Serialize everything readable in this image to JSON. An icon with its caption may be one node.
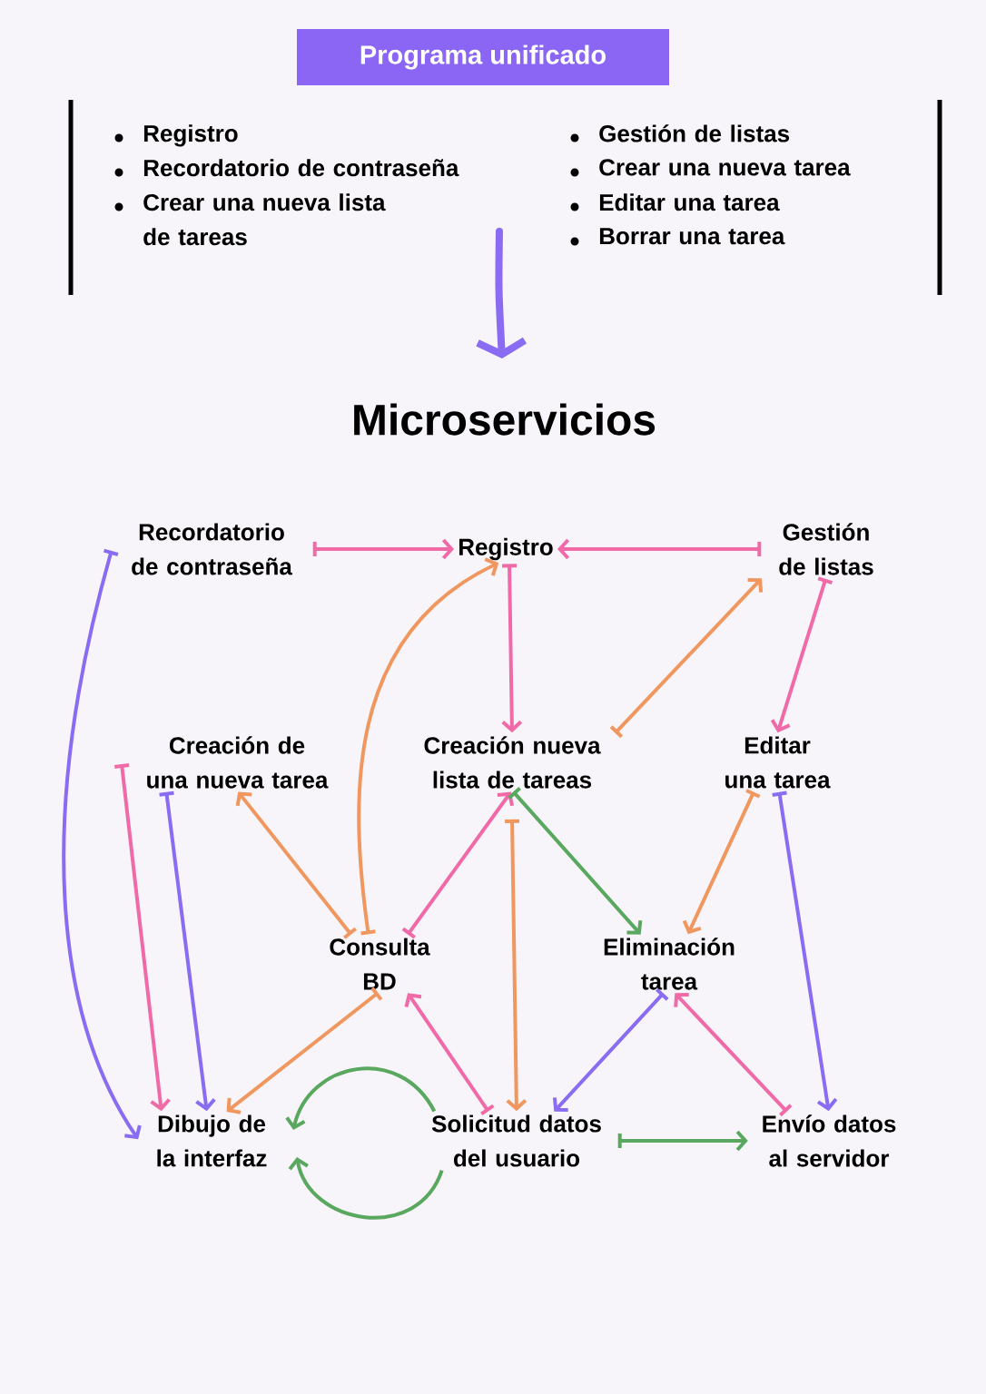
{
  "diagram": {
    "title": "Microservicios",
    "nodes": [
      {
        "text": [
          "Programa unificado"
        ]
      },
      {
        "text": [
          "Recordatorio de contraseña"
        ]
      },
      {
        "text": [
          "Registro"
        ]
      },
      {
        "text": [
          "Gestión de listas"
        ]
      },
      {
        "text": [
          "Creación de una nueva tarea"
        ]
      },
      {
        "text": [
          "Creación nueva lista de tareas"
        ]
      },
      {
        "text": [
          "Editar una tarea"
        ]
      },
      {
        "text": [
          "Consulta BD"
        ]
      },
      {
        "text": [
          "Eliminación tarea"
        ]
      },
      {
        "text": [
          "Dibujo de la interfaz"
        ]
      },
      {
        "text": [
          "Solicitud datos del usuario"
        ]
      },
      {
        "text": [
          "Envío datos al servidor"
        ]
      }
    ],
    "edges": [
      {
        "from": 1,
        "to": 2,
        "arrow": "to"
      },
      {
        "from": 3,
        "to": 2,
        "arrow": "to"
      },
      {
        "from": 2,
        "to": 5,
        "arrow": "to"
      },
      {
        "from": 7,
        "to": 2,
        "arrow": "to",
        "color": "#f0975f"
      },
      {
        "from": 5,
        "to": 3,
        "arrow": "to",
        "color": "#f0975f"
      },
      {
        "from": 3,
        "to": 6,
        "arrow": "to"
      },
      {
        "from": 1,
        "to": 9,
        "arrow": "to",
        "color": "#8a6cf2"
      },
      {
        "from": 4,
        "to": 9,
        "arrow": "to"
      },
      {
        "from": 4,
        "to": 9,
        "arrow": "to",
        "color": "#8a6cf2"
      },
      {
        "from": 7,
        "to": 4,
        "arrow": "to",
        "color": "#f0975f"
      },
      {
        "from": 7,
        "to": 5,
        "arrow": "to"
      },
      {
        "from": 5,
        "to": 8,
        "arrow": "to",
        "color": "#5aa860"
      },
      {
        "from": 6,
        "to": 8,
        "arrow": "to",
        "color": "#f0975f"
      },
      {
        "from": 5,
        "to": 10,
        "arrow": "to",
        "color": "#f0975f"
      },
      {
        "from": 6,
        "to": 11,
        "arrow": "to",
        "color": "#8a6cf2"
      },
      {
        "from": 7,
        "to": 9,
        "arrow": "to",
        "color": "#f0975f"
      },
      {
        "from": 10,
        "to": 7,
        "arrow": "to"
      },
      {
        "from": 8,
        "to": 10,
        "arrow": "to",
        "color": "#8a6cf2"
      },
      {
        "from": 11,
        "to": 8,
        "arrow": "to"
      },
      {
        "from": 10,
        "to": 11,
        "arrow": "to",
        "color": "#5aa860"
      },
      {
        "from": 10,
        "to": 9,
        "arrow": "to",
        "color": "#5aa860"
      },
      {
        "from": 10,
        "to": 9,
        "arrow": "to",
        "color": "#5aa860"
      }
    ],
    "labels": [
      "Registro",
      "Recordatorio de contraseña",
      "Crear una nueva lista de tareas",
      "Gestión de listas",
      "Crear una nueva tarea",
      "Editar una tarea",
      "Borrar una tarea"
    ]
  }
}
